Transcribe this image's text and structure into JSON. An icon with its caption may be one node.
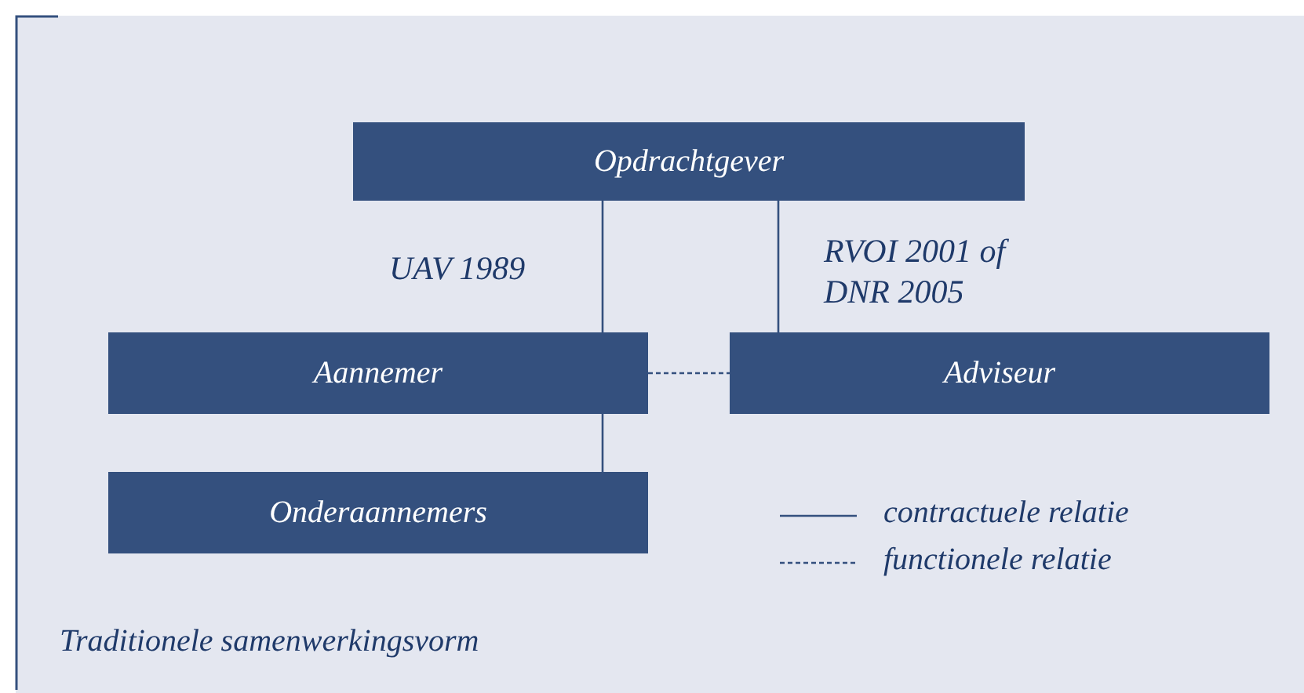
{
  "diagram": {
    "caption": "Traditionele samenwerkingsvorm",
    "nodes": [
      {
        "text": [
          "Opdrachtgever"
        ]
      },
      {
        "text": [
          "Aannemer"
        ]
      },
      {
        "text": [
          "Adviseur"
        ]
      },
      {
        "text": [
          "Onderaannemers"
        ]
      }
    ],
    "edges": [
      {
        "from": 0,
        "to": 1,
        "arrow": "none",
        "label": "UAV 1989"
      },
      {
        "from": 0,
        "to": 2,
        "arrow": "none",
        "label": "RVOI 2001 of DNR 2005"
      },
      {
        "from": 1,
        "to": 2,
        "arrow": "none",
        "style": "dashed"
      },
      {
        "from": 1,
        "to": 3,
        "arrow": "none"
      }
    ],
    "legend": [
      {
        "text": "contractuele relatie"
      },
      {
        "text": "functionele relatie"
      }
    ]
  }
}
